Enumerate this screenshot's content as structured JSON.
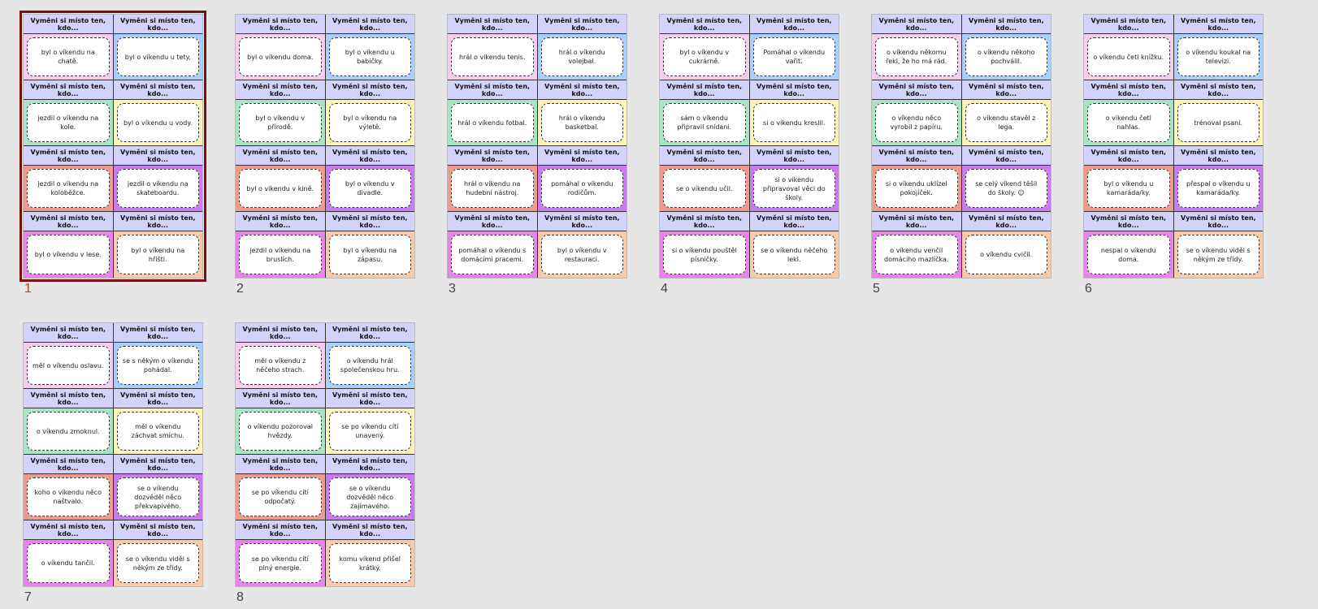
{
  "header_text": "Vyměni si místo ten, kdo...",
  "row_colors": [
    [
      "#f6cdee",
      "#a9cfff"
    ],
    [
      "#a8e5c5",
      "#fff4b7"
    ],
    [
      "#ee9a8c",
      "#c97bf0"
    ],
    [
      "#ea82ee",
      "#f9c9a8"
    ]
  ],
  "slides": [
    {
      "number": "1",
      "selected": true,
      "cards": [
        "byl o víkendu na chatě.",
        "byl o víkendu u tety.",
        "jezdil o víkendu na kole.",
        "byl o víkendu u vody.",
        "jezdil o víkendu na koloběžce.",
        "jezdil o víkendu na skateboardu.",
        "byl o víkendu v lese.",
        "byl o víkendu na hřišti."
      ]
    },
    {
      "number": "2",
      "selected": false,
      "cards": [
        "byl o víkendu doma.",
        "byl o víkendu u babičky.",
        "byl o víkendu v přírodě.",
        "byl o víkendu na výletě.",
        "byl o víkendu v kině.",
        "byl o víkendu v divadle.",
        "jezdil o víkendu na bruslích.",
        "byl o víkendu na zápasu."
      ]
    },
    {
      "number": "3",
      "selected": false,
      "cards": [
        "hrál o víkendu tenis.",
        "hrál o víkendu volejbal.",
        "hrál o víkendu fotbal.",
        "hrál o víkendu basketbal.",
        "hrál o víkendu na hudební nástroj.",
        "pomáhal o víkendu rodičům.",
        "pomáhal o víkendu s domácími pracemi.",
        "byl o víkendu v restauraci."
      ]
    },
    {
      "number": "4",
      "selected": false,
      "cards": [
        "byl o víkendu v cukrárně.",
        "Pomáhal o víkendu vařit.",
        "sám o víkendu připravil snídani.",
        "si o víkendu kreslil.",
        "se o víkendu učil.",
        "si o víkendu připravoval věci do školy.",
        "si o víkendu pouštěl písničky.",
        "se o víkendu něčeho lekl."
      ]
    },
    {
      "number": "5",
      "selected": false,
      "cards": [
        "o víkendu někomu řekl, že ho má rád.",
        "o víkendu někoho pochválil.",
        "o víkendu něco vyrobil z papíru.",
        "o víkendu stavěl z lega.",
        "si o víkendu uklízel pokojíček.",
        "se celý víkend těšil do školy. ☺",
        "o víkendu venčil domácího mazlíčka.",
        "o víkendu cvičil."
      ]
    },
    {
      "number": "6",
      "selected": false,
      "cards": [
        "o víkendu četl knížku.",
        "o víkendu koukal na televizi.",
        "o víkendu četl nahlas.",
        "trénoval psaní.",
        "byl o víkendu u kamaráda/ky.",
        "přespal o víkendu u kamaráda/ky.",
        "nespal o víkendu doma.",
        "se o víkendu viděl s někým ze třídy."
      ]
    },
    {
      "number": "7",
      "selected": false,
      "cards": [
        "měl o víkendu oslavu.",
        "se s někým o víkendu pohádal.",
        "o víkendu zmoknul.",
        "měl o víkendu záchvat smíchu.",
        "koho o víkendu něco naštvalo.",
        "se o víkendu dozvěděl něco překvapivého.",
        "o víkendu tančil.",
        "se o víkendu viděl s někým ze třídy."
      ]
    },
    {
      "number": "8",
      "selected": false,
      "cards": [
        "měl o víkendu z něčeho strach.",
        "o víkendu hrál společenskou hru.",
        "o víkendu pozoroval hvězdy.",
        "se po víkendu cítí unavený.",
        "se po víkendu cítí odpočatý.",
        "se o víkendu dozvěděl něco zajímavého.",
        "se po víkendu cítí plný energie.",
        "komu víkend přišel krátký."
      ]
    }
  ]
}
